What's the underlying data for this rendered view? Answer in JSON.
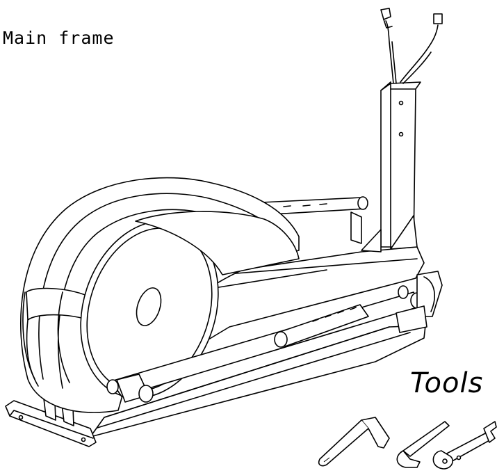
{
  "labels": {
    "main_frame": "Main frame",
    "tools": "Tools"
  },
  "icons": {
    "machine": "elliptical-trainer-frame",
    "tool_1": "allen-key-icon",
    "tool_2": "allen-key-icon",
    "tool_3": "wrench-icon"
  },
  "colors": {
    "line": "#000000",
    "background": "#ffffff"
  }
}
